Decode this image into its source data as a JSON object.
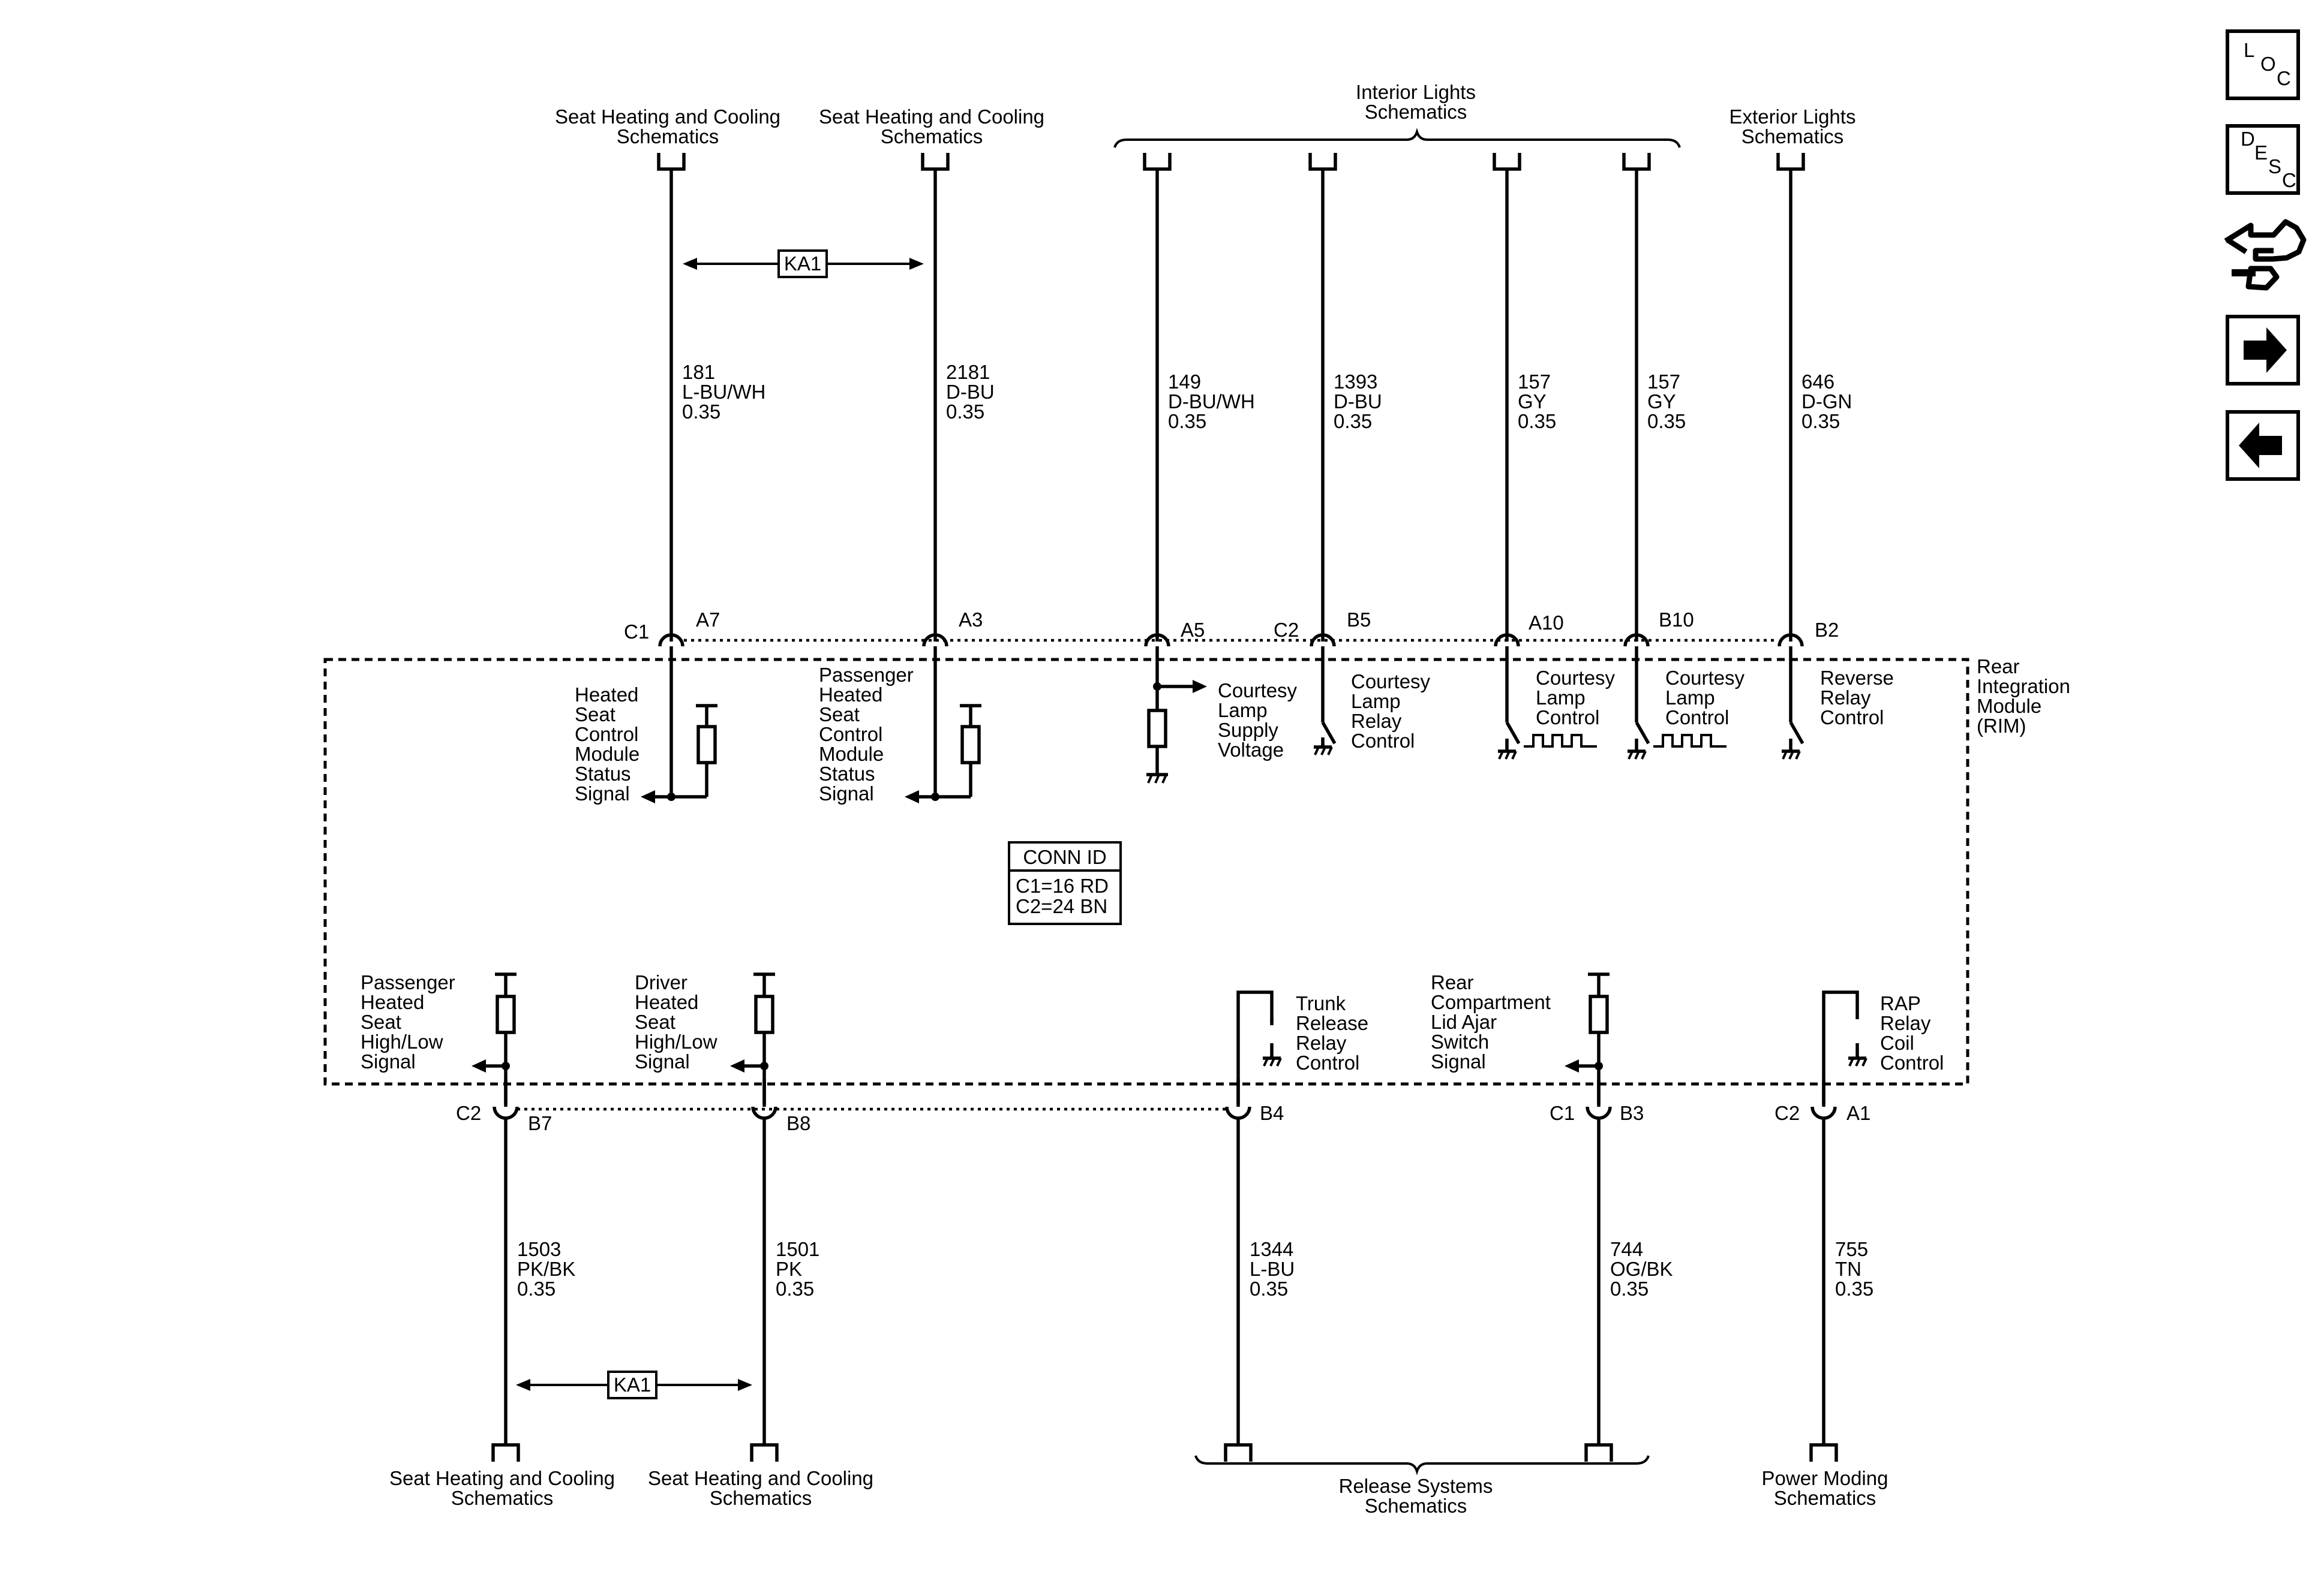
{
  "navigation": {
    "loc": [
      "L",
      "O",
      "C"
    ],
    "desc": [
      "D",
      "E",
      "S",
      "C"
    ],
    "icons": [
      "loc-icon",
      "desc-icon",
      "wrench-hand-icon",
      "arrow-right-icon",
      "arrow-left-icon"
    ]
  },
  "module": {
    "name_lines": [
      "Rear",
      "Integration",
      "Module",
      "(RIM)"
    ],
    "conn_id_title": "CONN ID",
    "conn_id_lines": [
      "C1=16 RD",
      "C2=24 BN"
    ]
  },
  "top_destinations": {
    "seat_left": [
      "Seat Heating and Cooling",
      "Schematics"
    ],
    "seat_right": [
      "Seat Heating and Cooling",
      "Schematics"
    ],
    "interior": [
      "Interior Lights",
      "Schematics"
    ],
    "exterior": [
      "Exterior Lights",
      "Schematics"
    ]
  },
  "bottom_destinations": {
    "seat_left": [
      "Seat Heating and Cooling",
      "Schematics"
    ],
    "seat_right": [
      "Seat Heating and Cooling",
      "Schematics"
    ],
    "release": [
      "Release Systems",
      "Schematics"
    ],
    "power": [
      "Power Moding",
      "Schematics"
    ]
  },
  "splice_label": "KA1",
  "top_wires": [
    {
      "circuit": "181",
      "color": "L-BU/WH",
      "gauge": "0.35",
      "connector": "C1",
      "pin": "A7"
    },
    {
      "circuit": "2181",
      "color": "D-BU",
      "gauge": "0.35",
      "connector": "",
      "pin": "A3"
    },
    {
      "circuit": "149",
      "color": "D-BU/WH",
      "gauge": "0.35",
      "connector": "",
      "pin": "A5"
    },
    {
      "circuit": "1393",
      "color": "D-BU",
      "gauge": "0.35",
      "connector": "C2",
      "pin": "B5"
    },
    {
      "circuit": "157",
      "color": "GY",
      "gauge": "0.35",
      "connector": "",
      "pin": "A10"
    },
    {
      "circuit": "157",
      "color": "GY",
      "gauge": "0.35",
      "connector": "",
      "pin": "B10"
    },
    {
      "circuit": "646",
      "color": "D-GN",
      "gauge": "0.35",
      "connector": "",
      "pin": "B2"
    }
  ],
  "bottom_wires": [
    {
      "circuit": "1503",
      "color": "PK/BK",
      "gauge": "0.35",
      "connector": "C2",
      "pin": "B7"
    },
    {
      "circuit": "1501",
      "color": "PK",
      "gauge": "0.35",
      "connector": "",
      "pin": "B8"
    },
    {
      "circuit": "1344",
      "color": "L-BU",
      "gauge": "0.35",
      "connector": "",
      "pin": "B4"
    },
    {
      "circuit": "744",
      "color": "OG/BK",
      "gauge": "0.35",
      "connector": "C1",
      "pin": "B3"
    },
    {
      "circuit": "755",
      "color": "TN",
      "gauge": "0.35",
      "connector": "C2",
      "pin": "A1"
    }
  ],
  "internal_top": [
    [
      "Heated",
      "Seat",
      "Control",
      "Module",
      "Status",
      "Signal"
    ],
    [
      "Passenger",
      "Heated",
      "Seat",
      "Control",
      "Module",
      "Status",
      "Signal"
    ],
    [
      "Courtesy",
      "Lamp",
      "Supply",
      "Voltage"
    ],
    [
      "Courtesy",
      "Lamp",
      "Relay",
      "Control"
    ],
    [
      "Courtesy",
      "Lamp",
      "Control"
    ],
    [
      "Courtesy",
      "Lamp",
      "Control"
    ],
    [
      "Reverse",
      "Relay",
      "Control"
    ]
  ],
  "internal_bottom": [
    [
      "Passenger",
      "Heated",
      "Seat",
      "High/Low",
      "Signal"
    ],
    [
      "Driver",
      "Heated",
      "Seat",
      "High/Low",
      "Signal"
    ],
    [
      "Trunk",
      "Release",
      "Relay",
      "Control"
    ],
    [
      "Rear",
      "Compartment",
      "Lid Ajar",
      "Switch",
      "Signal"
    ],
    [
      "RAP",
      "Relay",
      "Coil",
      "Control"
    ]
  ]
}
